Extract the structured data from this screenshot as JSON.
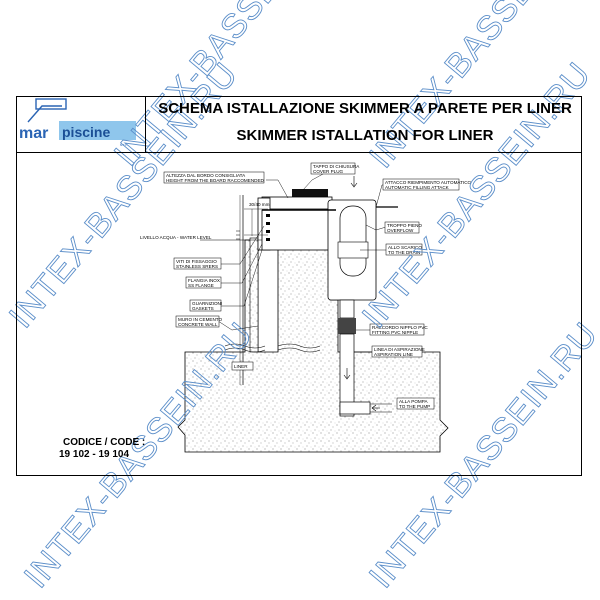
{
  "header": {
    "logo": {
      "brand_left": "mar",
      "brand_right": "piscine",
      "brand_suffix": "s.r.l."
    },
    "title_it": "SCHEMA ISTALLAZIONE SKIMMER A PARETE PER LINER",
    "title_en": "SKIMMER ISTALLATION FOR LINER"
  },
  "labels": {
    "cover_plug": [
      "TAPPO DI CHIUSURA",
      "COVER PLUG"
    ],
    "board_height": [
      "ALTEZZA DAL BORDO CONSIGLIATA",
      "HEIGHT FROM THE BOARD RACCOMENDED"
    ],
    "dimension": "30/40 mm",
    "water_level": "LIVELLO ACQUA - WATER LEVEL",
    "screws": [
      "VITI DI FISSAGGIO",
      "STAINLESS SRERS"
    ],
    "flange": [
      "FLANGIA INOX",
      "SS FLANGE"
    ],
    "gaskets": [
      "GUARNIZIONI",
      "GASKETS"
    ],
    "auto_fill": [
      "ATTACCO RIEMPIMENTO AUTOMATICO",
      "AUTOMATIC FILLING ATTACK"
    ],
    "overflow": [
      "TROPPO PIENO",
      "OVERFLOW"
    ],
    "drain": [
      "ALLO SCARICO",
      "TO THE DRAIN"
    ],
    "concrete_wall": [
      "MURO IN CEMENTO",
      "CONCRETE WALL"
    ],
    "nipple": [
      "RACCORDO NIPPLO PVC",
      "FITTING PVC NIPPLE"
    ],
    "suction_line": [
      "LINEA DI ASPIRAZIONE",
      "ASPIRATION LINE"
    ],
    "liner": "LINER",
    "to_pump": [
      "ALLA POMPA",
      "TO THE PUMP"
    ]
  },
  "code": {
    "label": "CODICE / CODE :",
    "value": "19 102 - 19 104"
  },
  "watermark": "INTEX-BASSEIN.RU",
  "colors": {
    "logo_blue": "#2a64b4",
    "logo_light": "#8fc6ec",
    "watermark": "#5b8ec9"
  }
}
